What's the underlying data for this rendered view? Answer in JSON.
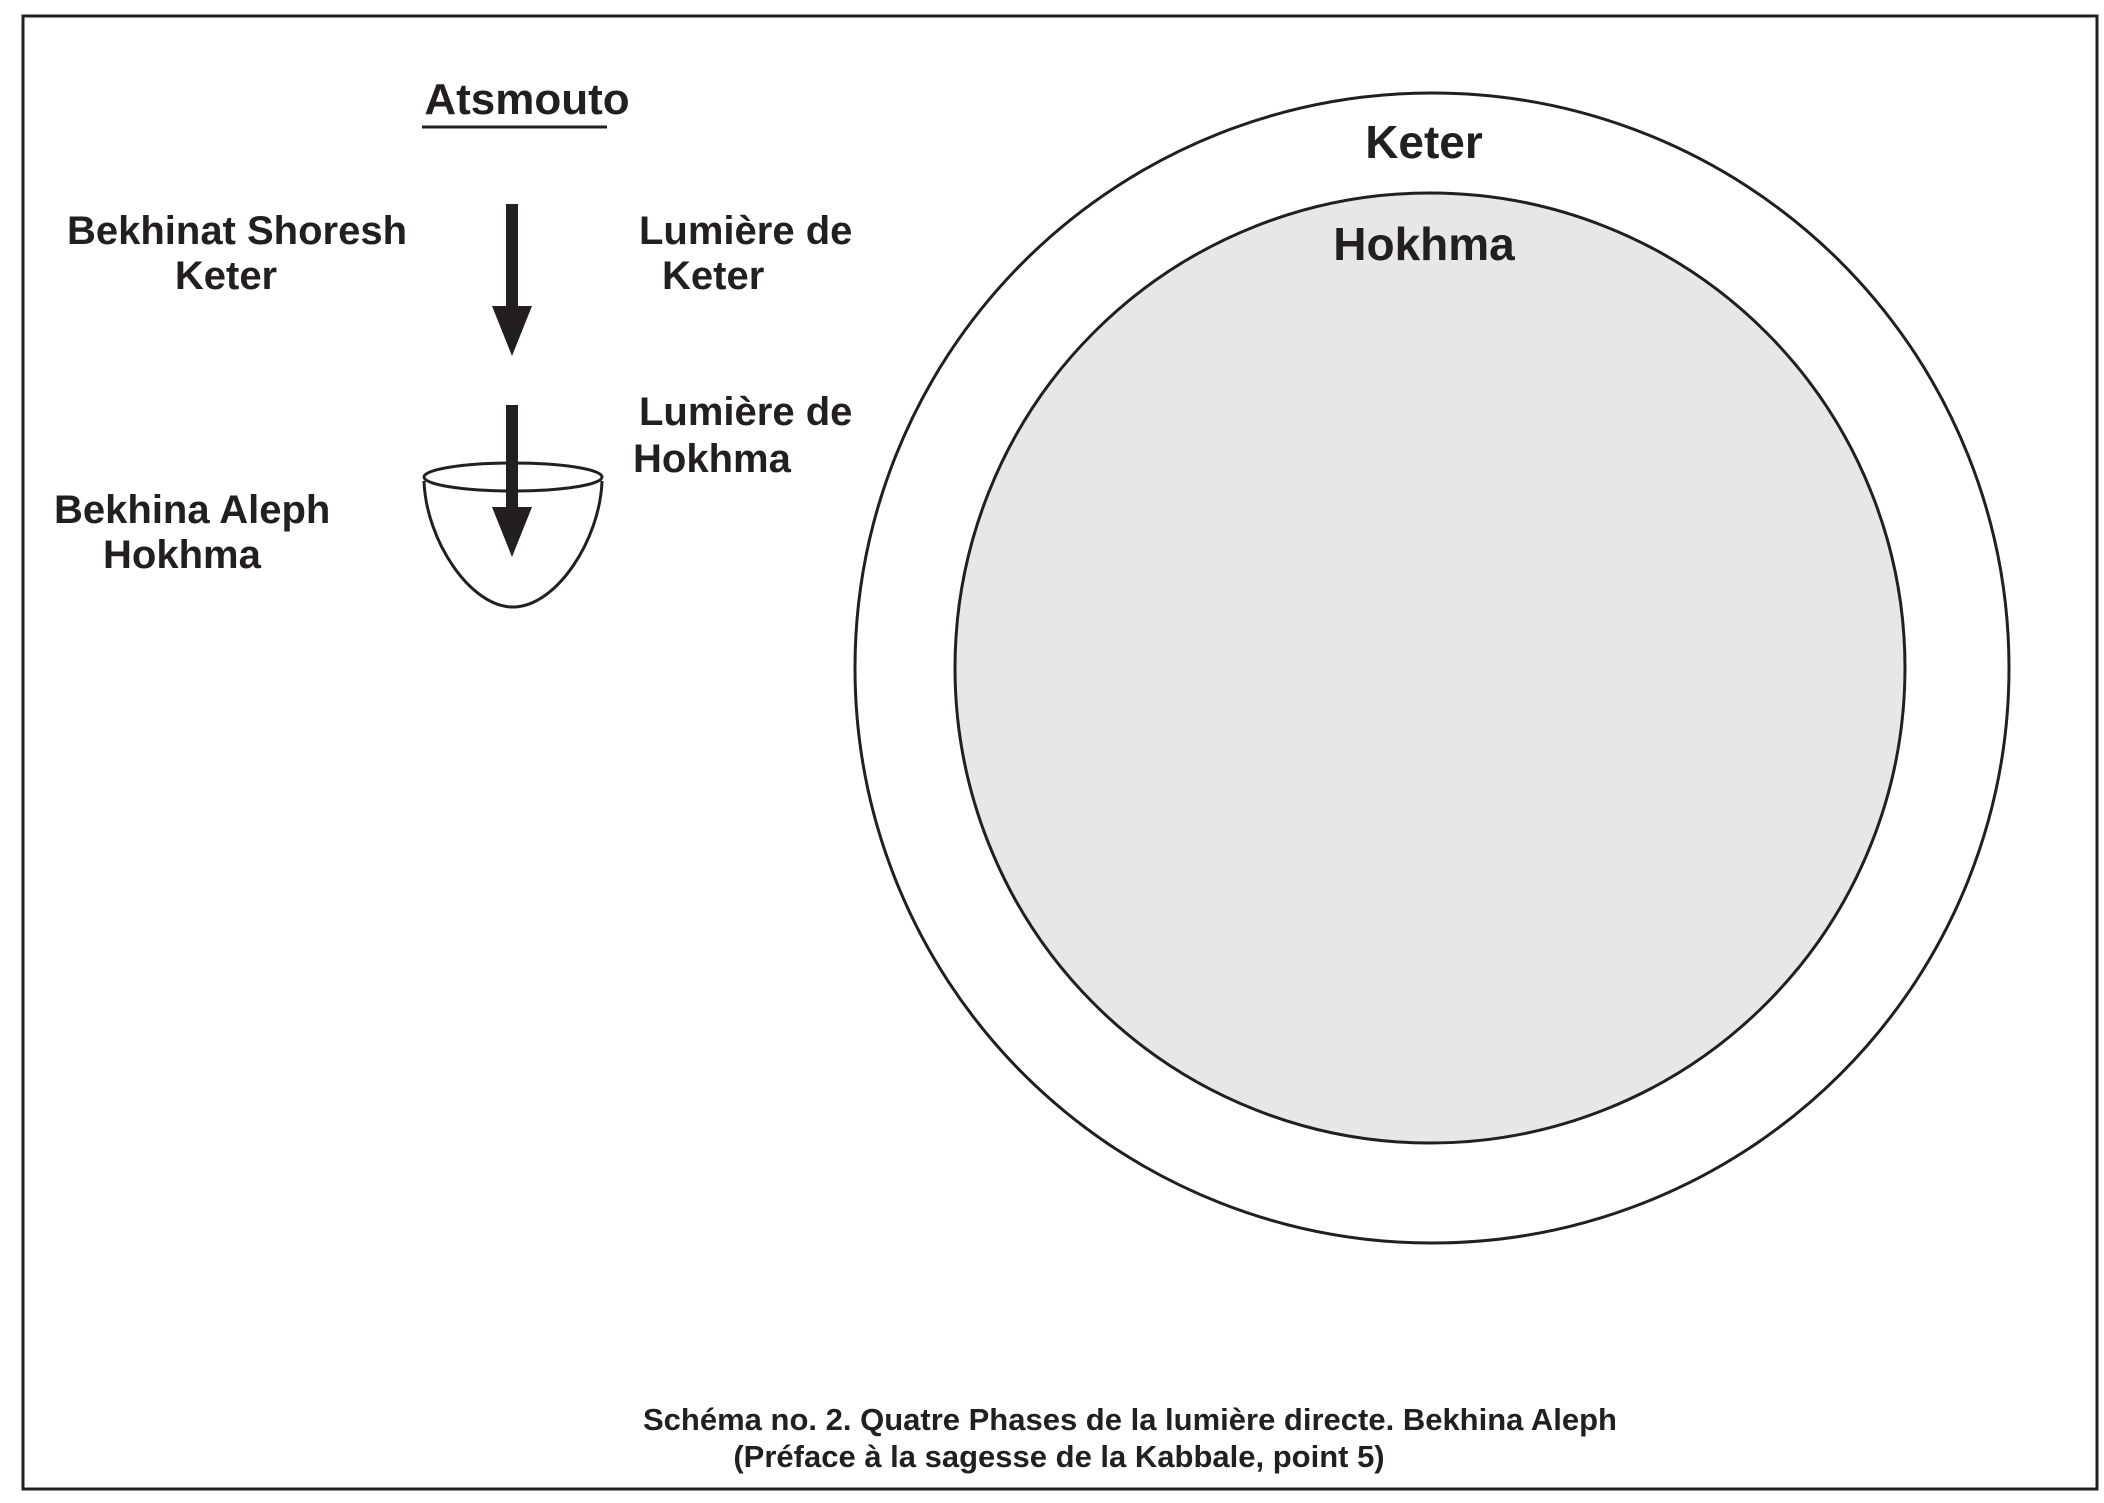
{
  "top_label": "Atsmouto",
  "left_labels": {
    "shoresh_line1": "Bekhinat Shoresh",
    "shoresh_line2": "Keter",
    "aleph_line1": "Bekhina Aleph",
    "aleph_line2": "Hokhma"
  },
  "right_labels": {
    "keter_light_line1": "Lumière de",
    "keter_light_line2": "Keter",
    "hokhma_light_line1": "Lumière de",
    "hokhma_light_line2": "Hokhma"
  },
  "circles": {
    "outer_label": "Keter",
    "inner_label": "Hokhma",
    "inner_fill": "#e8e7e8"
  },
  "caption": {
    "line1": "Schéma no. 2. Quatre Phases de la lumière directe. Bekhina Aleph",
    "line2": "(Préface à la sagesse de la Kabbale, point 5)"
  }
}
